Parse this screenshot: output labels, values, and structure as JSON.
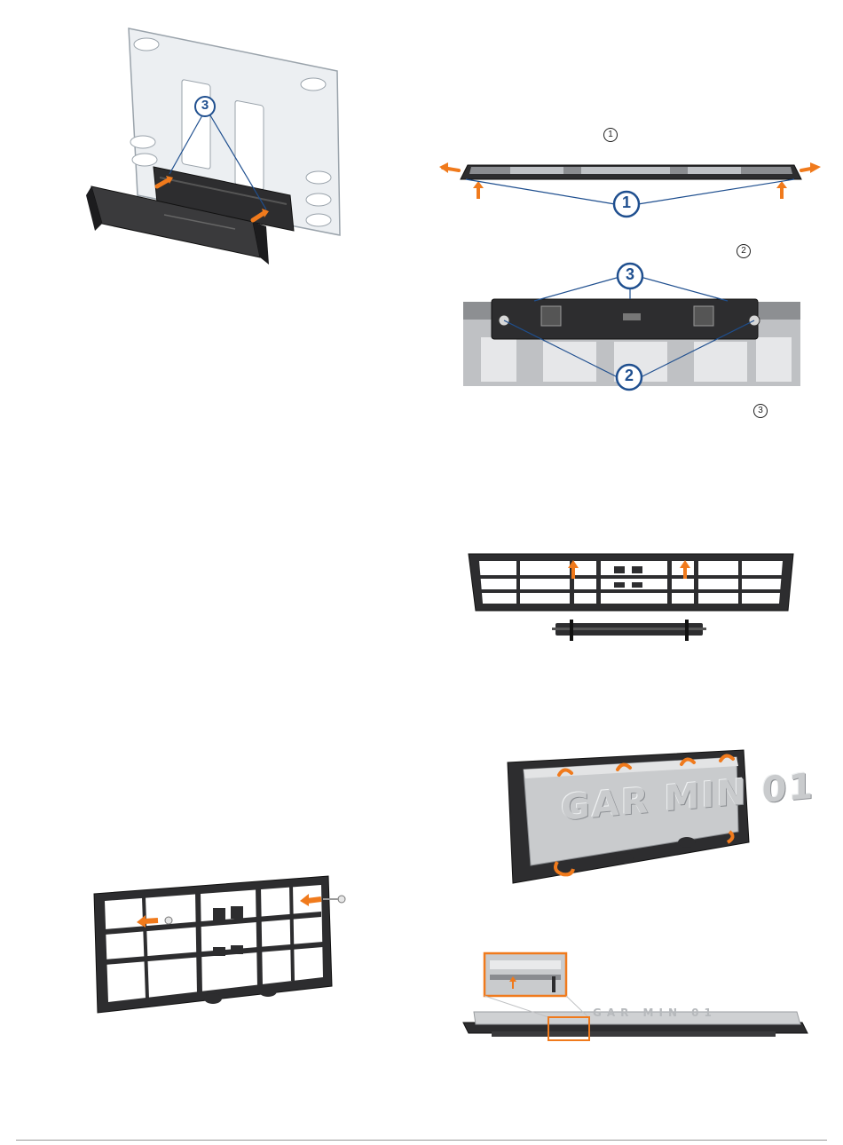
{
  "colors": {
    "accent_orange": "#f07a1c",
    "callout_blue": "#1f4f8f",
    "plate_dark": "#2d2d2f",
    "plate_light": "#d8dadc",
    "sheet_metal": "#e9ecef"
  },
  "figures": {
    "fig1": {
      "callout": "3"
    },
    "fig2": {
      "callout": "1",
      "inline_ref": "1"
    },
    "fig3": {
      "callout_top": "3",
      "callout_bottom": "2",
      "inline_ref_2": "2",
      "inline_ref_3": "3"
    },
    "fig4": {},
    "fig5": {
      "brand_text": "GAR MIN 01"
    },
    "fig6": {},
    "fig7": {
      "brand_text": "GAR MIN 01"
    }
  }
}
